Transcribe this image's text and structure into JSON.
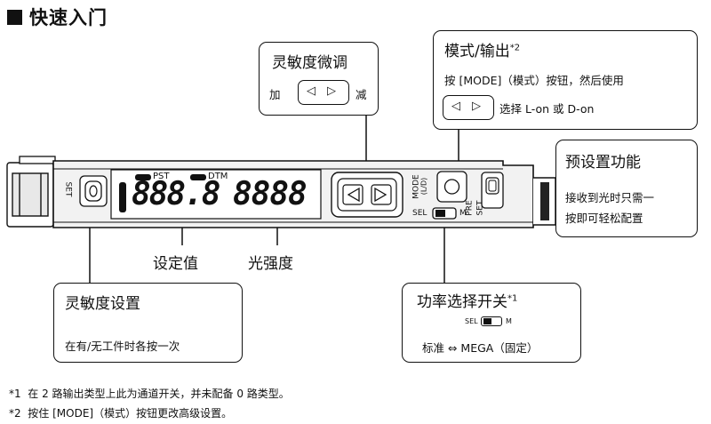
{
  "header": {
    "title": "快速入门"
  },
  "sensitivity_adjust": {
    "title": "灵敏度微调",
    "plus": "加",
    "minus": "减"
  },
  "mode_output": {
    "title": "模式/输出",
    "title_mark": "*2",
    "line1": "按 [MODE]（模式）按钮，然后使用",
    "line2": "选择 L-on 或 D-on"
  },
  "preset": {
    "title": "预设置功能",
    "line1": "接收到光时只需一",
    "line2": "按即可轻松配置"
  },
  "device": {
    "set_label": "SET",
    "pst_label": "PST",
    "dtm_label": "DTM",
    "display_left": "888.8",
    "display_right": "8888",
    "mode_label": "MODE",
    "mode_sub": "(L/D)",
    "sel_label": "SEL",
    "m_label": "M",
    "pre_label": "PRE",
    "pre_set_label": "SET"
  },
  "labels": {
    "setpoint": "设定值",
    "light_intensity": "光强度"
  },
  "sensitivity_set": {
    "title": "灵敏度设置",
    "desc": "在有/无工件时各按一次"
  },
  "power_select": {
    "title": "功率选择开关",
    "title_mark": "*1",
    "sel": "SEL",
    "m": "M",
    "desc": "标准 ⇔ MEGA（固定）"
  },
  "footnotes": [
    {
      "mark": "*1",
      "text": "在 2 路输出类型上此为通道开关，并未配备 0 路类型。"
    },
    {
      "mark": "*2",
      "text": "按住 [MODE]（模式）按钮更改高级设置。"
    }
  ]
}
